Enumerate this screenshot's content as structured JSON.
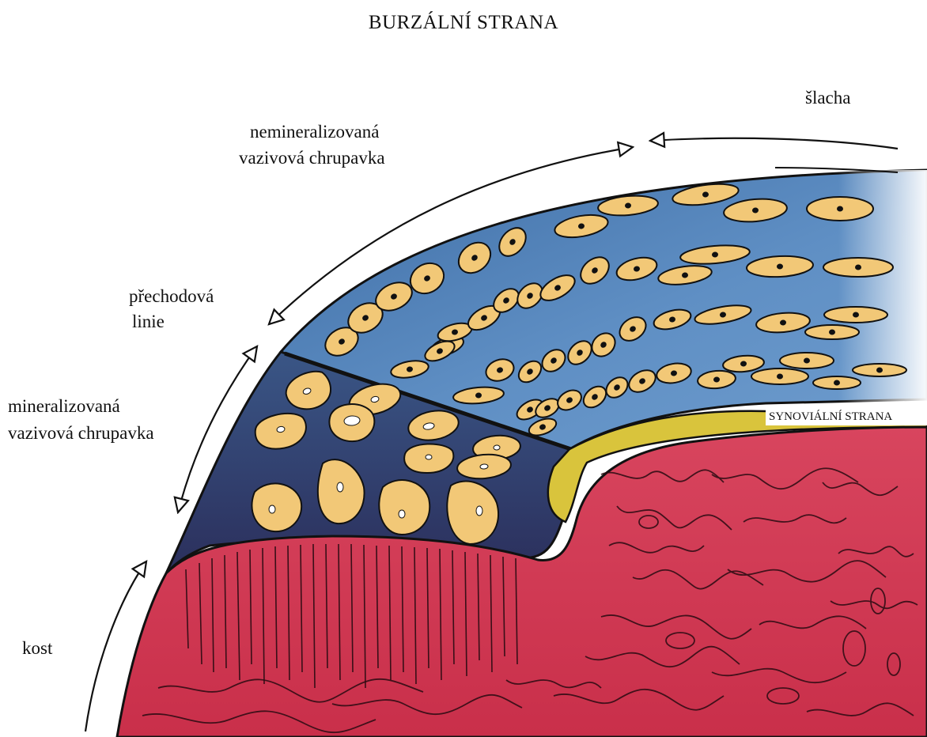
{
  "title": "BURZÁLNÍ STRANA",
  "labels": {
    "slacha": "šlacha",
    "nemineral_1": "nemineralizovaná",
    "nemineral_2": "vazivová chrupavka",
    "prechod_1": "přechodová",
    "prechod_2": "linie",
    "mineral_1": "mineralizovaná",
    "mineral_2": "vazivová chrupavka",
    "synovial": "SYNOVIÁLNÍ STRANA",
    "kost": "kost"
  },
  "colors": {
    "unmineralized_fibrocartilage": "#4f7fb5",
    "mineralized_fibrocartilage": "#2f3f6e",
    "bone": "#d43a55",
    "cartilage_layer": "#d9c43c",
    "cells": "#f2c877",
    "outline": "#111111"
  }
}
